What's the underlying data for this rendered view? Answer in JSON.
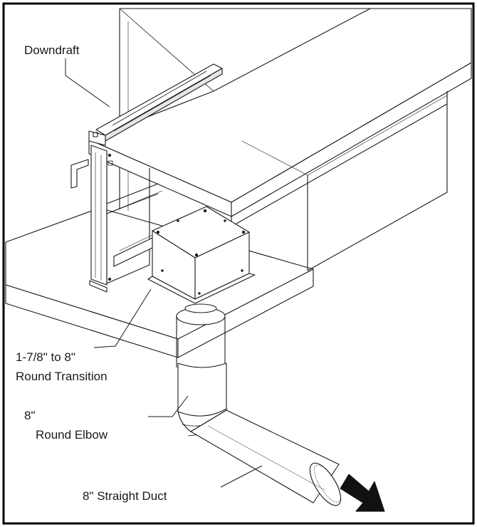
{
  "callouts": {
    "downdraft": "Downdraft",
    "transition_line1": "1-7/8\" to 8\"",
    "transition_line2": "Round Transition",
    "elbow_line1": "8\"",
    "elbow_line2": "Round Elbow",
    "straight_duct": "8\" Straight Duct"
  },
  "colors": {
    "line": "#1a1a1a",
    "frame": "#000000",
    "arrow": "#111111",
    "fill": "#ffffff"
  }
}
